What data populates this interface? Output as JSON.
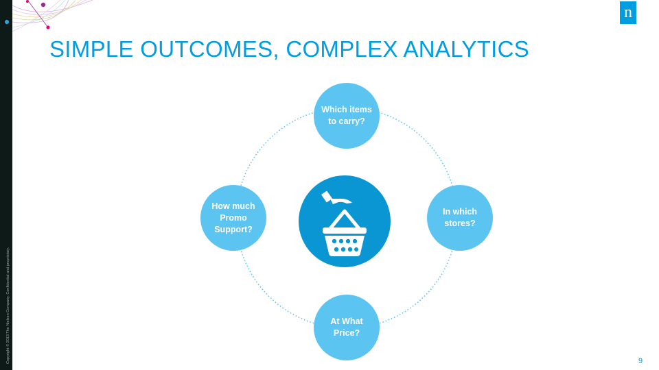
{
  "slide": {
    "title": "SIMPLE OUTCOMES, COMPLEX ANALYTICS",
    "copyright": "Copyright © 2013 The Nielsen Company. Confidential and proprietary.",
    "page_number": "9",
    "logo_letter": "n"
  },
  "diagram": {
    "nodes": [
      {
        "label": "Which items to carry?"
      },
      {
        "label": "In which stores?"
      },
      {
        "label": "At What Price?"
      },
      {
        "label": "How much Promo Support?"
      }
    ],
    "center_icon": "shopping-basket-with-hand-icon"
  },
  "colors": {
    "brand": "#009de0",
    "node": "#5bc4f1",
    "center": "#0a96d2",
    "ring": "#5bc4f1",
    "sidebar": "#0d1a17"
  }
}
